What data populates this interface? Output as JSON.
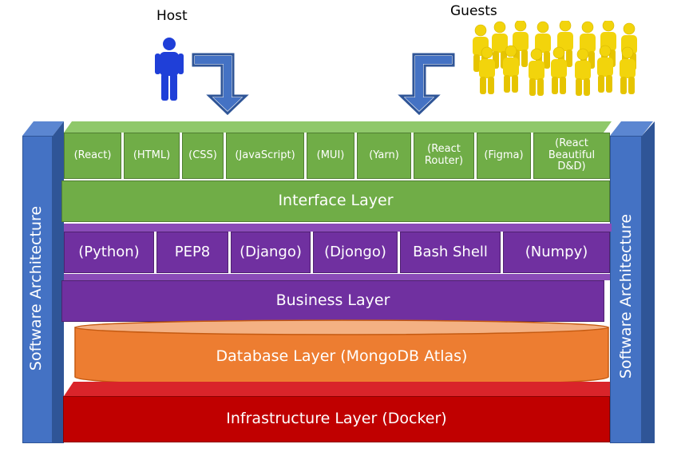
{
  "header": {
    "host_label": "Host",
    "guests_label": "Guests"
  },
  "side_label": "Software Architecture",
  "interface_tools": [
    "(React)",
    "(HTML)",
    "(CSS)",
    "(JavaScript)",
    "(MUI)",
    "(Yarn)",
    "(React Router)",
    "(Figma)",
    "(React Beautiful D&D)"
  ],
  "business_tools": [
    "(Python)",
    "PEP8",
    "(Django)",
    "(Djongo)",
    "Bash Shell",
    "(Numpy)"
  ],
  "layers": {
    "interface": "Interface Layer",
    "business": "Business Layer",
    "database": "Database Layer (MongoDB Atlas)",
    "infrastructure": "Infrastructure Layer (Docker)"
  },
  "colors": {
    "pillar": "#4472c4",
    "interface": "#70ad47",
    "business": "#7030a0",
    "database": "#ed7d31",
    "infrastructure": "#c00000",
    "host_figure": "#1f3fd8",
    "guest_figures": "#f2d40c",
    "arrow": "#4472c4"
  },
  "icons": {
    "host": "person-icon",
    "guests": "crowd-icon",
    "flow": "bent-arrow-down-icon"
  }
}
